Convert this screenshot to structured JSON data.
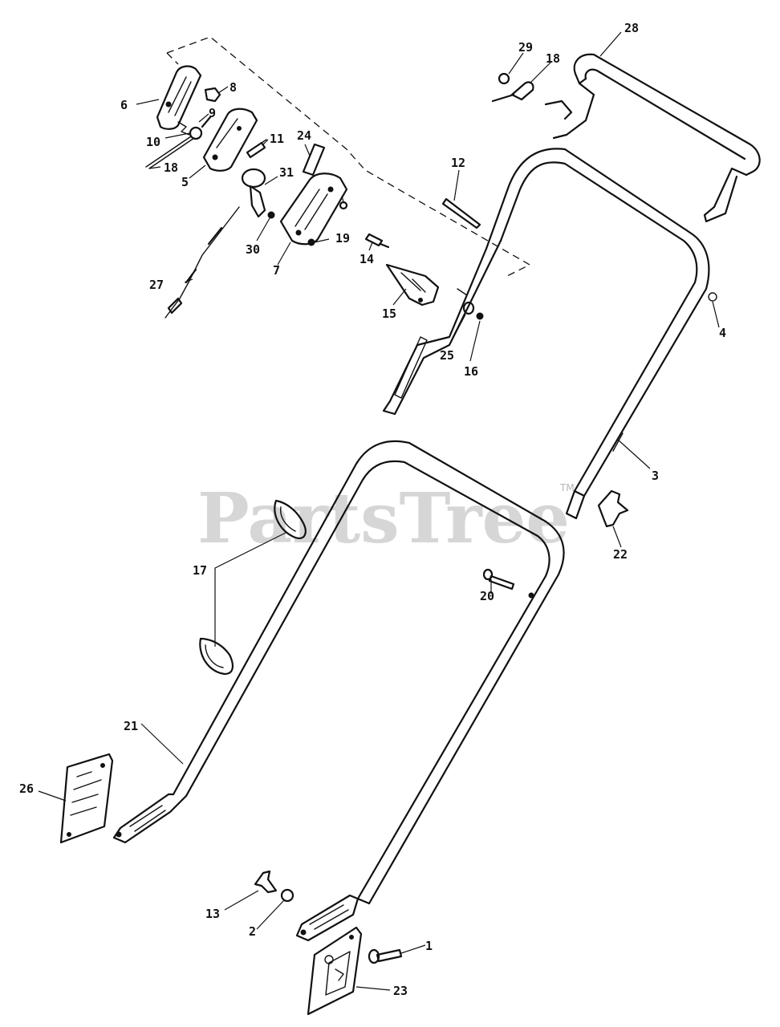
{
  "watermark": {
    "text": "PartsTree",
    "trademark": "TM"
  },
  "callouts": {
    "c1": "1",
    "c2": "2",
    "c3": "3",
    "c4": "4",
    "c5": "5",
    "c6": "6",
    "c7": "7",
    "c8": "8",
    "c9": "9",
    "c10": "10",
    "c11": "11",
    "c12": "12",
    "c13": "13",
    "c14": "14",
    "c15": "15",
    "c16": "16",
    "c17": "17",
    "c18a": "18",
    "c18b": "18",
    "c19": "19",
    "c20": "20",
    "c21": "21",
    "c22": "22",
    "c23": "23",
    "c24": "24",
    "c25": "25",
    "c26": "26",
    "c27": "27",
    "c28": "28",
    "c29": "29",
    "c30": "30",
    "c31": "31"
  }
}
